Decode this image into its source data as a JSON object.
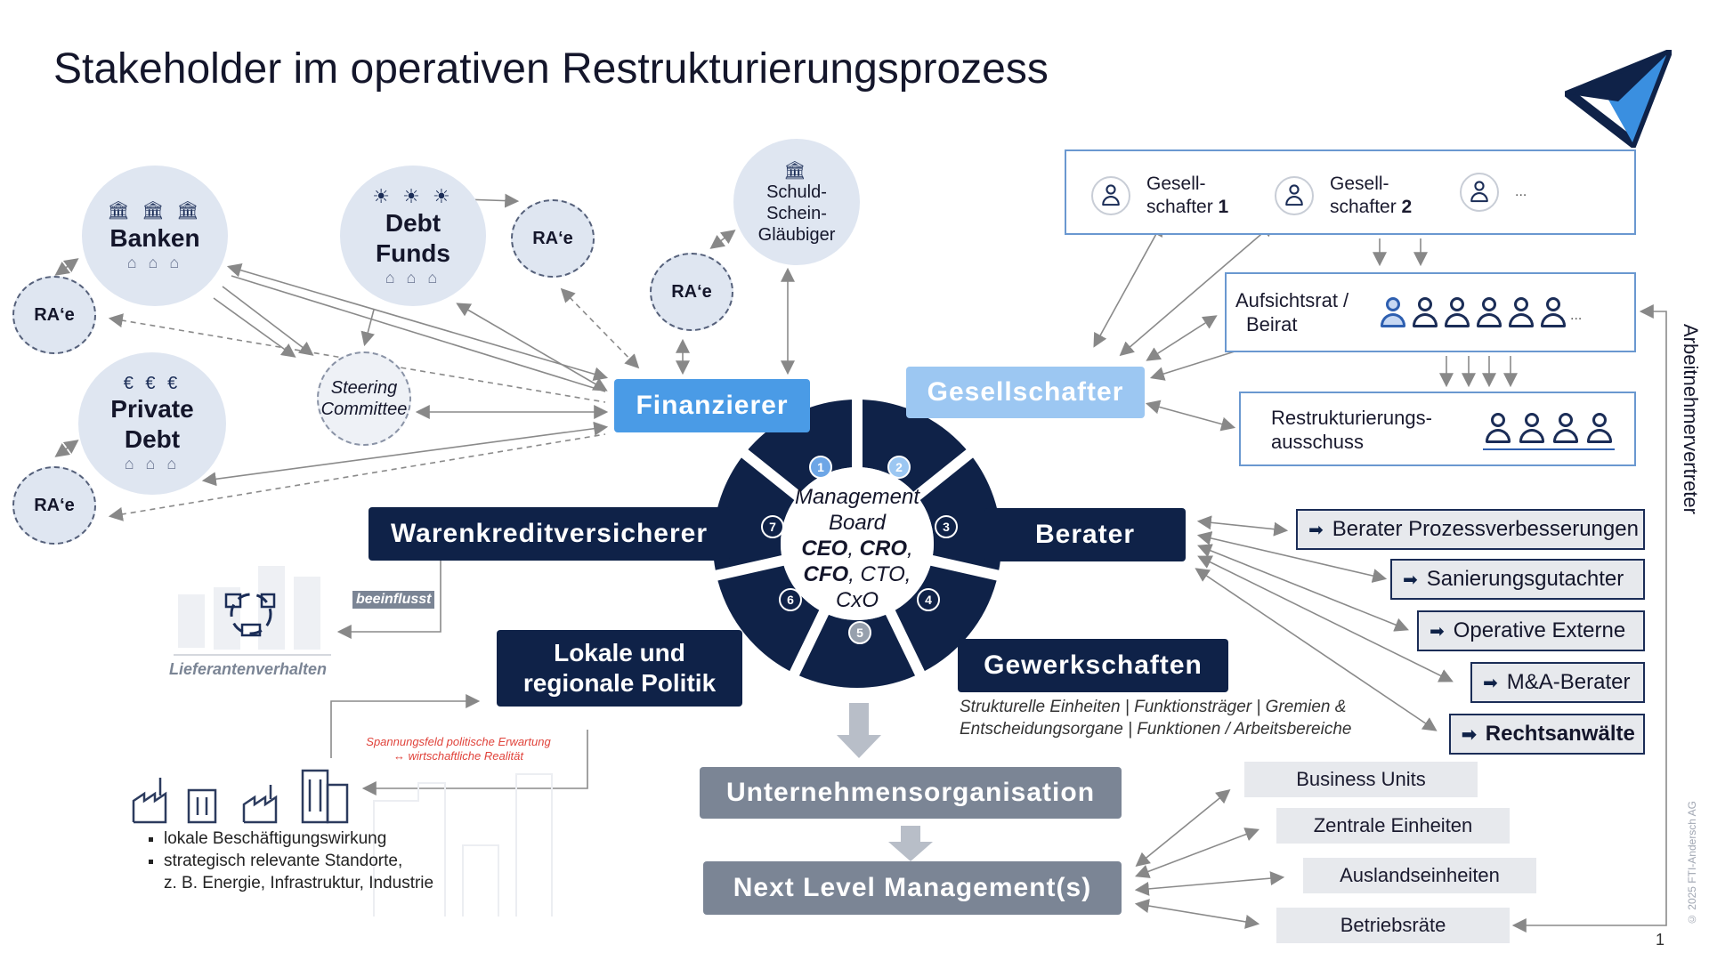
{
  "title": "Stakeholder im operativen Restrukturierungsprozess",
  "colors": {
    "navy": "#0f2248",
    "light_blue": "#4a9be6",
    "pale_blue": "#9cc7f2",
    "grey": "#7b8595",
    "circle_fill": "#dfe6f1"
  },
  "nodes": {
    "banken": "Banken",
    "debt_funds": [
      "Debt",
      "Funds"
    ],
    "private_debt": [
      "Private",
      "Debt"
    ],
    "steering": [
      "Steering",
      "Committee"
    ],
    "ra": "RA‘e",
    "schuld": [
      "Schuld-",
      "Schein-",
      "Gläubiger"
    ]
  },
  "shareholders": {
    "items": [
      {
        "label1": "Gesell-",
        "label2": "schafter",
        "num": "1"
      },
      {
        "label1": "Gesell-",
        "label2": "schafter",
        "num": "2"
      },
      {
        "label1": "...",
        "label2": "",
        "num": ""
      }
    ],
    "aufsichtsrat": [
      "Aufsichtsrat /",
      "Beirat"
    ],
    "restrukt": [
      "Restrukturierungs-",
      "ausschuss"
    ],
    "ellipsis": "...",
    "side_label": "Arbeitnehmervertreter"
  },
  "categories": {
    "finanzierer": "Finanzierer",
    "gesellschafter": "Gesellschafter",
    "warenkredit": "Warenkreditversicherer",
    "berater": "Berater",
    "lokale": [
      "Lokale und",
      "regionale Politik"
    ],
    "gewerkschaften": "Gewerkschaften"
  },
  "management_board": {
    "line1": "Management",
    "line2": "Board",
    "ceo": "CEO",
    "cro": "CRO",
    "cfo": "CFO",
    "cto": "CTO",
    "cxo": "CxO",
    "numbers": [
      "1",
      "2",
      "3",
      "4",
      "5",
      "6",
      "7"
    ]
  },
  "gewerkschaften_note": [
    "Strukturelle Einheiten | Funktionsträger | Gremien &",
    "Entscheidungsorgane | Funktionen / Arbeitsbereiche"
  ],
  "advisors": [
    "Berater Prozessverbesserungen",
    "Sanierungsgutachter",
    "Operative Externe",
    "M&A-Berater",
    "Rechtsanwälte"
  ],
  "org": {
    "unternehmen": "Unternehmensorganisation",
    "nlm": "Next Level Management(s)"
  },
  "units": [
    "Business Units",
    "Zentrale Einheiten",
    "Auslandseinheiten",
    "Betriebsräte"
  ],
  "warenkredit_side": {
    "beeinflusst": "beeinflusst",
    "lieferanten": "Lieferantenverhalten"
  },
  "politik_side": {
    "spannung1": "Spannungsfeld politische Erwartung",
    "spannung2": "↔ wirtschaftliche Realität",
    "bullets": [
      "lokale Beschäftigungswirkung",
      "strategisch relevante Standorte,",
      "z. B. Energie, Infrastruktur, Industrie"
    ]
  },
  "footer": {
    "copyright": "© 2025 FTI-Andersch AG",
    "page": "1"
  }
}
